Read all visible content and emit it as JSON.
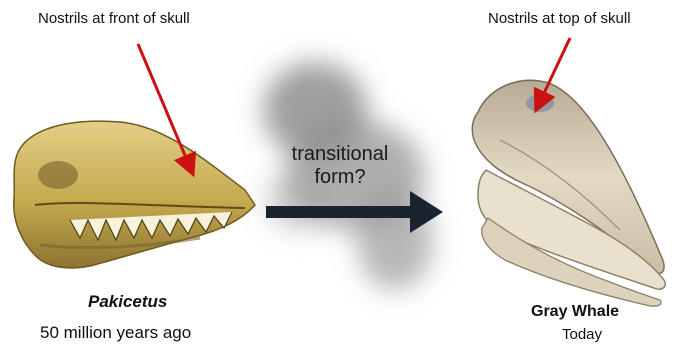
{
  "left": {
    "note": "Nostrils at front of skull",
    "name": "Pakicetus",
    "age": "50 million years ago"
  },
  "middle": {
    "label": "transitional form?"
  },
  "right": {
    "note": "Nostrils at top of skull",
    "name": "Gray Whale",
    "age": "Today"
  },
  "colors": {
    "pointer_arrow": "#cc1111",
    "main_arrow": "#1a2430",
    "pakicetus_bone": "#c9b15a",
    "whale_bone": "#e6ddc8",
    "ghost": "#8a8a8a"
  }
}
